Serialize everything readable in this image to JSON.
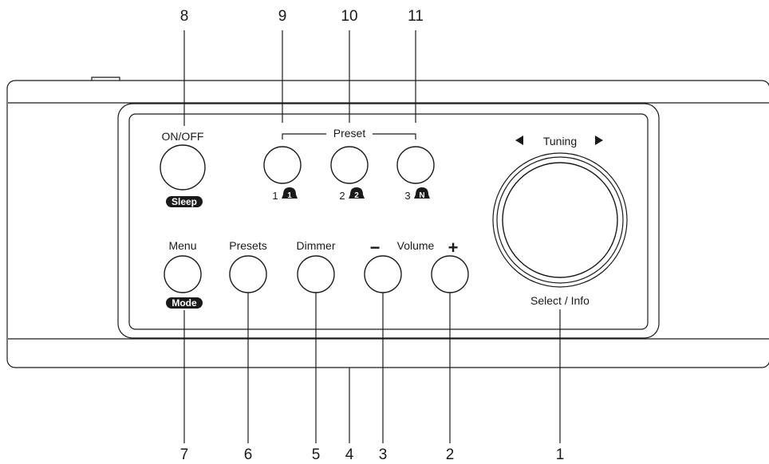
{
  "callouts": {
    "top": [
      "8",
      "9",
      "10",
      "11"
    ],
    "bottom": [
      "7",
      "6",
      "5",
      "4",
      "3",
      "2",
      "1"
    ]
  },
  "labels": {
    "on_off": "ON/OFF",
    "sleep": "Sleep",
    "preset_group": "Preset",
    "preset_1": "1",
    "preset_2": "2",
    "preset_3": "3",
    "preset_1_badge": "1",
    "preset_2_badge": "2",
    "preset_3_badge": "N",
    "tuning": "Tuning",
    "menu": "Menu",
    "mode": "Mode",
    "presets": "Presets",
    "dimmer": "Dimmer",
    "volume": "Volume",
    "volume_minus": "−",
    "volume_plus": "+",
    "select_info": "Select / Info"
  },
  "icons": {
    "tuning_left": "triangle-left-icon",
    "tuning_right": "triangle-right-icon",
    "preset_badge": "bell-badge-icon"
  },
  "colors": {
    "ink": "#1a1a1a",
    "background": "#ffffff"
  }
}
